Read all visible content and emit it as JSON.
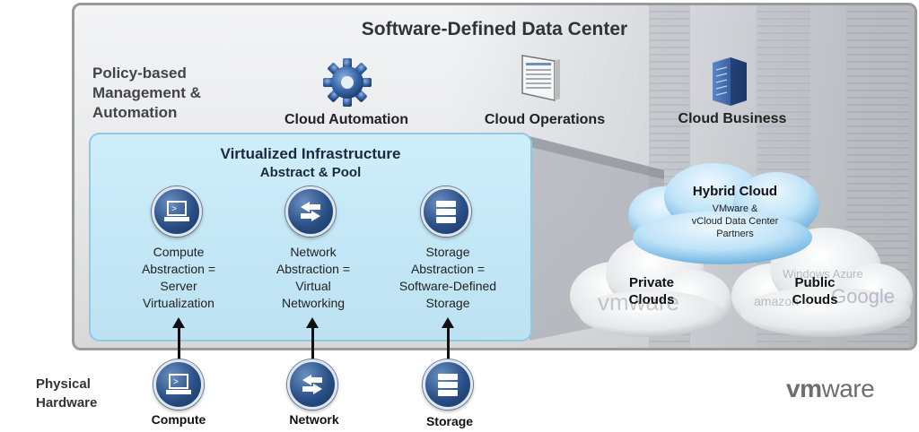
{
  "title": "Software-Defined Data Center",
  "policy": {
    "lines": [
      "Policy-based",
      "Management &",
      "Automation"
    ]
  },
  "management": [
    {
      "label": "Cloud Automation",
      "icon": "gear-icon"
    },
    {
      "label": "Cloud Operations",
      "icon": "dashboard-icon"
    },
    {
      "label": "Cloud Business",
      "icon": "building-icon"
    }
  ],
  "virtual": {
    "title": "Virtualized Infrastructure",
    "subtitle": "Abstract & Pool",
    "abstractions": [
      {
        "lines": [
          "Compute",
          "Abstraction =",
          "Server",
          "Virtualization"
        ],
        "icon": "laptop-icon"
      },
      {
        "lines": [
          "Network",
          "Abstraction =",
          "Virtual",
          "Networking"
        ],
        "icon": "network-arrows-icon"
      },
      {
        "lines": [
          "Storage",
          "Abstraction =",
          "Software-Defined",
          "Storage"
        ],
        "icon": "storage-icon"
      }
    ]
  },
  "clouds": {
    "hybrid": {
      "title": "Hybrid Cloud",
      "lines": [
        "VMware &",
        "vCloud Data Center",
        "Partners"
      ]
    },
    "private": {
      "lines": [
        "Private",
        "Clouds"
      ],
      "watermark": "vmware"
    },
    "public": {
      "lines": [
        "Public",
        "Clouds"
      ],
      "watermarks": [
        "Windows Azure",
        "amazon",
        "Google"
      ]
    }
  },
  "physical": {
    "lines": [
      "Physical",
      "Hardware"
    ],
    "items": [
      {
        "label": "Compute",
        "icon": "laptop-icon"
      },
      {
        "label": "Network",
        "icon": "network-arrows-icon"
      },
      {
        "label": "Storage",
        "icon": "storage-icon"
      }
    ]
  },
  "logo": {
    "bold": "vm",
    "rest": "ware"
  },
  "colors": {
    "accent_blue": "#2a4f86",
    "panel_blue": "#c2e6f5",
    "cloud_blue": "#bfe3f7"
  }
}
